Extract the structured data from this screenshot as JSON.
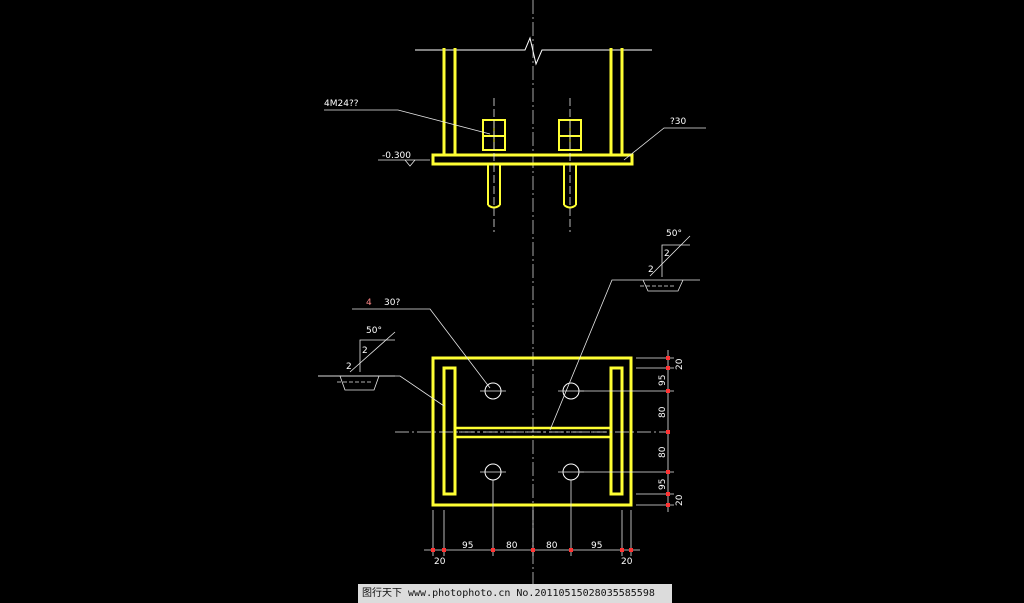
{
  "labels": {
    "bolt_callout": "4M24??",
    "plate_thickness": "?30",
    "elevation": "-0.300",
    "weld_size_top": "50°",
    "weld_leg_top": "2",
    "weld_leg_top_2": "2",
    "weld_size_left": "50°",
    "weld_leg_left": "2",
    "weld_leg_left_2": "2",
    "hole_callout_prefix": "4",
    "hole_callout": "30?"
  },
  "dimensions": {
    "bottom": [
      "20",
      "95",
      "80",
      "80",
      "95",
      "20"
    ],
    "right": [
      "20",
      "95",
      "80",
      "80",
      "95",
      "20"
    ]
  },
  "watermark": {
    "text": "图行天下 www.photophoto.cn No.20110515028035585598"
  },
  "colors": {
    "background": "#000000",
    "steel": "#ffff33",
    "annotation": "#ffffff",
    "dim_tick": "#ff3333"
  }
}
